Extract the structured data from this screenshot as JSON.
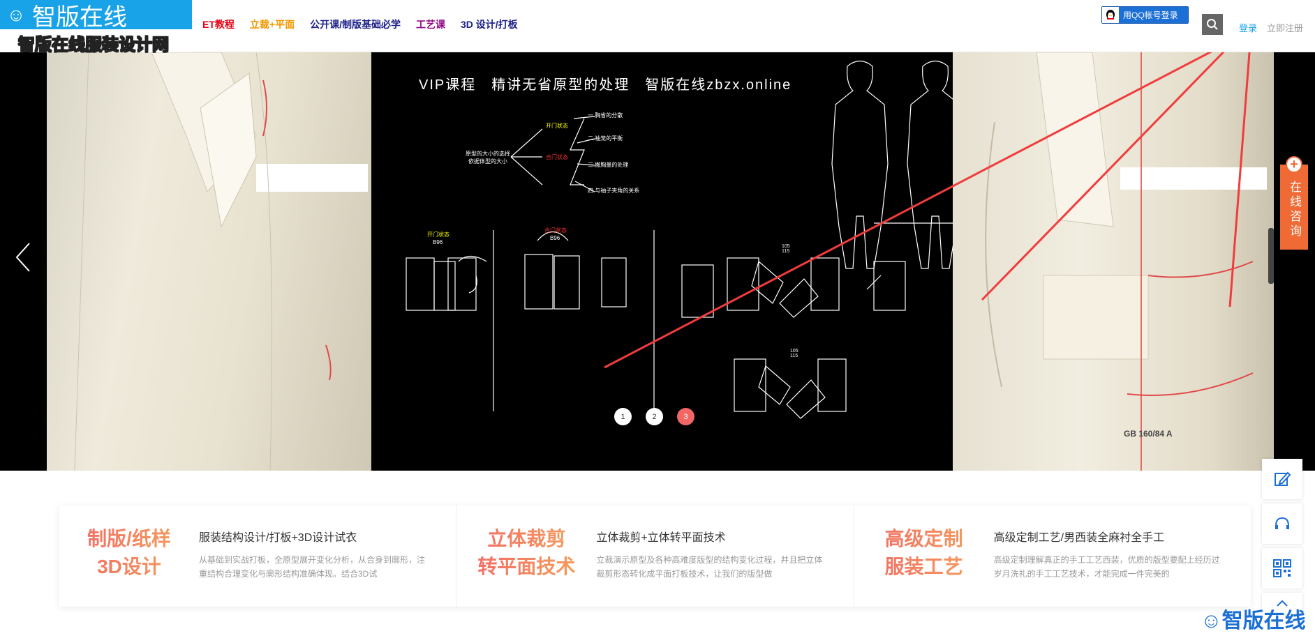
{
  "logo": {
    "name": "智版在线",
    "subtitle": "智版在线服装设计网",
    "mark_icon": "person-ruler-icon"
  },
  "nav": [
    {
      "label": "ET教程",
      "color": "#e60012"
    },
    {
      "label": "立裁+平面",
      "color": "#f39800"
    },
    {
      "label": "公开课/制版基础必学",
      "color": "#1d2088"
    },
    {
      "label": "工艺课",
      "color": "#920783"
    },
    {
      "label": "3D 设计/打板",
      "color": "#1d2088"
    }
  ],
  "header": {
    "qq_login": "用QQ帐号登录",
    "login": "登录",
    "register": "立即注册",
    "search_icon": "search-icon"
  },
  "banner": {
    "title": "VIP课程　精讲无省原型的处理　智版在线zbzx.online",
    "diagram_labels": {
      "center_left": "原型的大小的选择\n依据体型的大小",
      "state_open": "开门状态",
      "state_closed": "合门状态",
      "item1": "一.胸省的分散",
      "item2": "二.袖笼的平衡",
      "item3": "三.撇胸量的处理",
      "item4": "四.与袖子夹角的关系",
      "sub_open": "开门状态",
      "sub_open_size": "B96",
      "sub_closed": "合门状态",
      "sub_closed_size": "B96",
      "size_a": "105\n115",
      "size_b": "105\n115",
      "mannequin_label": "GB 160/84 A"
    },
    "dots": [
      "1",
      "2",
      "3"
    ],
    "active_dot": 2
  },
  "consult": {
    "label": "在线咨询"
  },
  "side_tools": [
    "edit-icon",
    "headset-icon",
    "qrcode-icon",
    "top-icon"
  ],
  "features": [
    {
      "title_1": "制版/纸样",
      "title_2": "3D设计",
      "heading": "服装结构设计/打板+3D设计试衣",
      "desc": "从基础到实战打板，全原型展开变化分析，从合身到廓形，注重结构合理变化与廓形结构准确体现。结合3D试"
    },
    {
      "title_1": "立体裁剪",
      "title_2": "转平面技术",
      "heading": "立体裁剪+立体转平面技术",
      "desc": "立裁演示原型及各种高难度版型的结构变化过程，并且把立体裁剪形态转化成平面打板技术，让我们的版型做"
    },
    {
      "title_1": "高级定制",
      "title_2": "服装工艺",
      "heading": "高级定制工艺/男西装全麻衬全手工",
      "desc": "高级定制理解真正的手工工艺西装，优质的版型要配上经历过岁月洗礼的手工工艺技术，才能完成一件完美的"
    }
  ],
  "watermark": "智版在线"
}
